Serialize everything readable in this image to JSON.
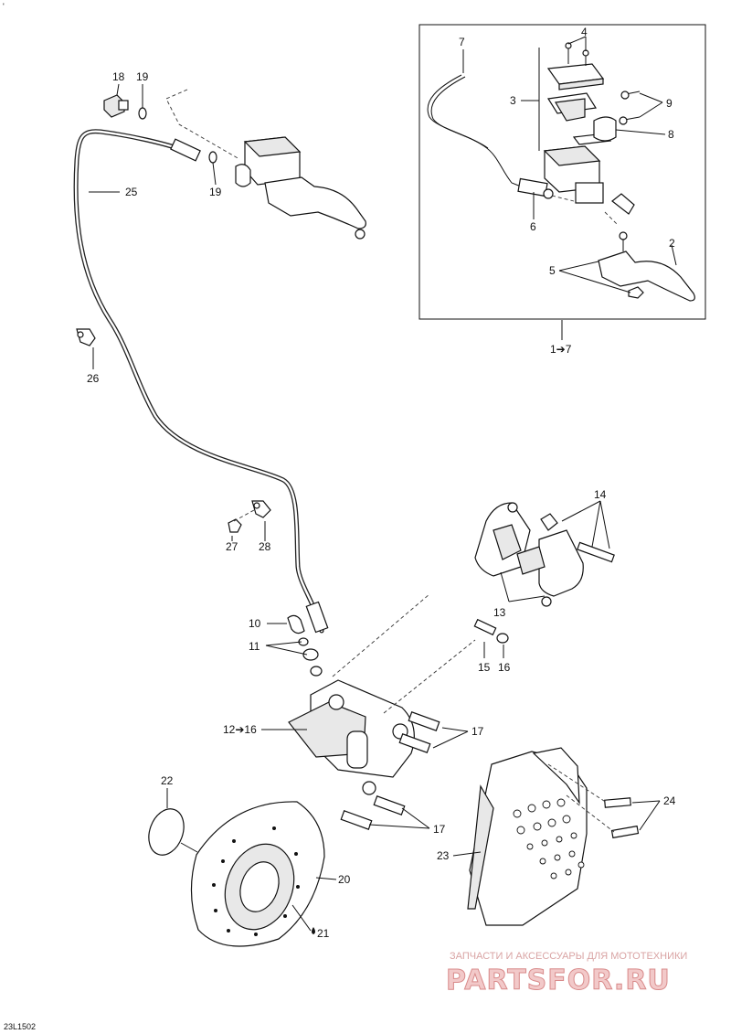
{
  "diagram": {
    "code": "23L1502",
    "corner_mark": "'",
    "callouts": {
      "c1_7": "1➔7",
      "c2": "2",
      "c3": "3",
      "c4": "4",
      "c5": "5",
      "c6": "6",
      "c7": "7",
      "c8": "8",
      "c9": "9",
      "c10": "10",
      "c11": "11",
      "c12_16": "12➔16",
      "c13": "13",
      "c14": "14",
      "c15": "15",
      "c16": "16",
      "c17a": "17",
      "c17b": "17",
      "c18": "18",
      "c19a": "19",
      "c19b": "19",
      "c20": "20",
      "c21": "21",
      "c22": "22",
      "c23": "23",
      "c24": "24",
      "c25": "25",
      "c26": "26",
      "c27": "27",
      "c28": "28"
    }
  },
  "watermark": {
    "tagline": "ЗАПЧАСТИ И АКСЕССУАРЫ ДЛЯ МОТОТЕХНИКИ",
    "brand": "PARTSFOR.RU"
  }
}
